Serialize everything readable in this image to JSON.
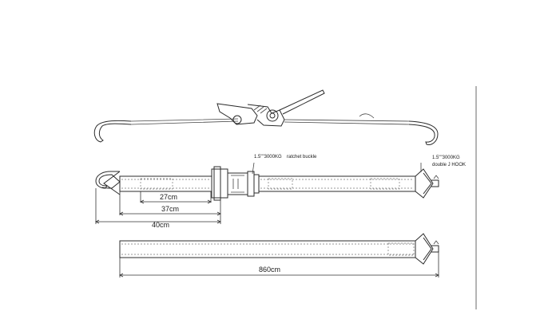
{
  "diagram": {
    "annotations": {
      "buckle_spec": "1.5\"\"3000KG",
      "buckle_name": "ratchet buckle",
      "hook_spec": "1.5\"\"3000KG",
      "hook_name": "double J HOOK"
    },
    "dimensions": {
      "d1": "27cm",
      "d2": "37cm",
      "d3": "40cm",
      "d4": "860cm"
    },
    "colors": {
      "line": "#2b2b2b",
      "text": "#1a1a1a",
      "background": "#ffffff"
    }
  }
}
